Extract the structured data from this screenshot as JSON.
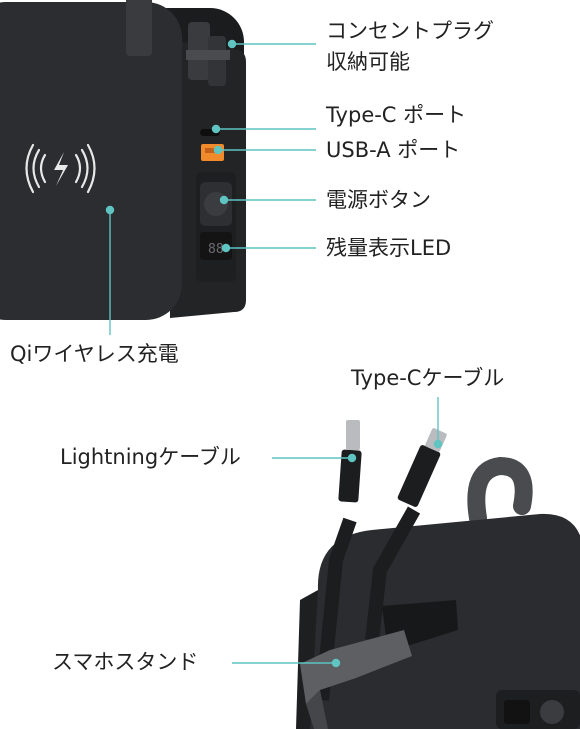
{
  "labels": {
    "plug": [
      "コンセントプラグ",
      "収納可能"
    ],
    "type_c_port": "Type-C ポート",
    "usb_a_port": "USB-A ポート",
    "power_button": "電源ボタン",
    "led": "残量表示LED",
    "qi": "Qiワイヤレス充電",
    "type_c_cable": "Type-Cケーブル",
    "lightning_cable": "Lightningケーブル",
    "stand": "スマホスタンド"
  },
  "colors": {
    "leader_line": "#5fc4c2",
    "device": "#2a2b2d",
    "usb_a_accent": "#f08a2a",
    "background": "#ffffff"
  },
  "icons": {
    "wireless": "wireless-charging-icon"
  }
}
